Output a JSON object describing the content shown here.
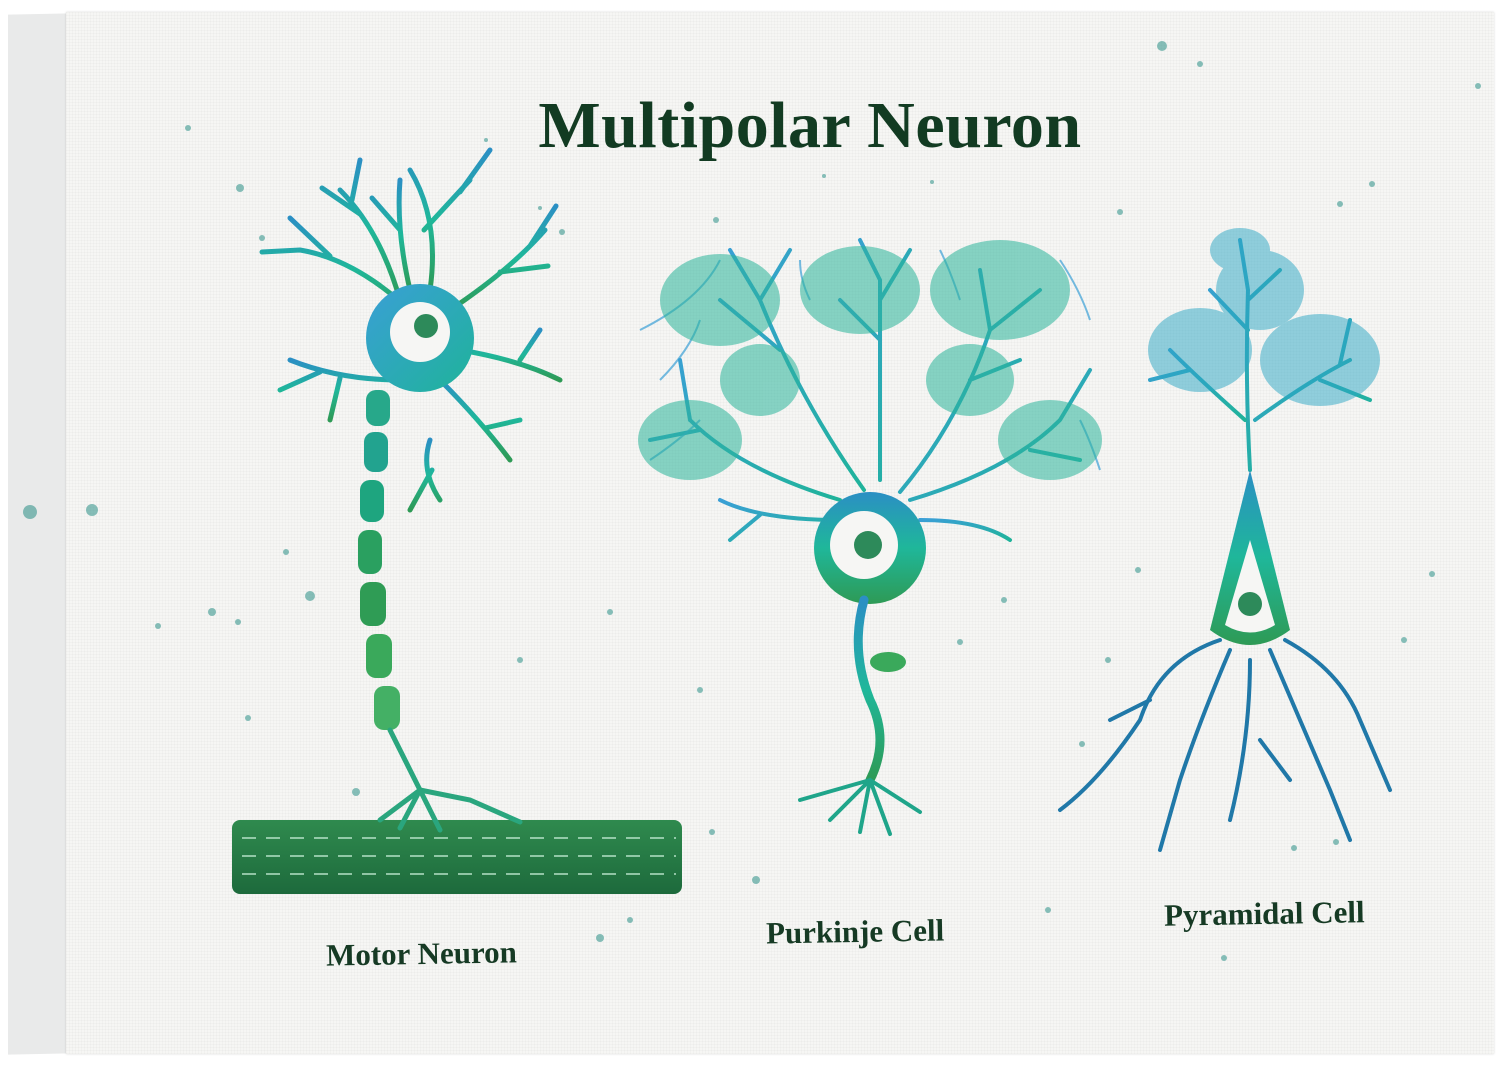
{
  "poster": {
    "title": "Multipolar Neuron",
    "cells": [
      {
        "label": "Motor Neuron"
      },
      {
        "label": "Purkinje Cell"
      },
      {
        "label": "Pyramidal Cell"
      }
    ]
  },
  "colors": {
    "title_text": "#123b22",
    "teal": "#1fa58a",
    "blue": "#2b7fb5",
    "green": "#2e8b4a",
    "dark_green": "#1f5e3a"
  }
}
